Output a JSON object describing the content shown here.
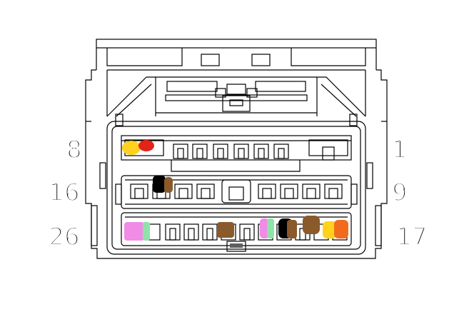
{
  "pin_labels": {
    "row1_left": "8",
    "row1_right": "1",
    "row2_left": "16",
    "row2_right": "9",
    "row3_left": "26",
    "row3_right": "17"
  },
  "wire_markers": [
    {
      "pin": "row1-1",
      "color": "#ffd21e"
    },
    {
      "pin": "row1-2",
      "color": "#e2231a"
    },
    {
      "pin": "row2-4",
      "color": "#000000"
    },
    {
      "pin": "row2-5",
      "color": "#8a5a2b"
    },
    {
      "pin": "row3-1",
      "color": "#f08be6"
    },
    {
      "pin": "row3-2",
      "color": "#8ee3a8"
    },
    {
      "pin": "row3-5",
      "color": "#8a5a2b"
    },
    {
      "pin": "row3-7",
      "color": "#f08be6"
    },
    {
      "pin": "row3-8",
      "color": "#8ee3a8"
    },
    {
      "pin": "row3-9",
      "color": "#000000"
    },
    {
      "pin": "row3-10",
      "color": "#8a5a2b"
    },
    {
      "pin": "row3-11",
      "color": "#8a5a2b"
    },
    {
      "pin": "row3-12",
      "color": "#ffd21e"
    },
    {
      "pin": "row3-13",
      "color": "#f26b1d"
    }
  ]
}
